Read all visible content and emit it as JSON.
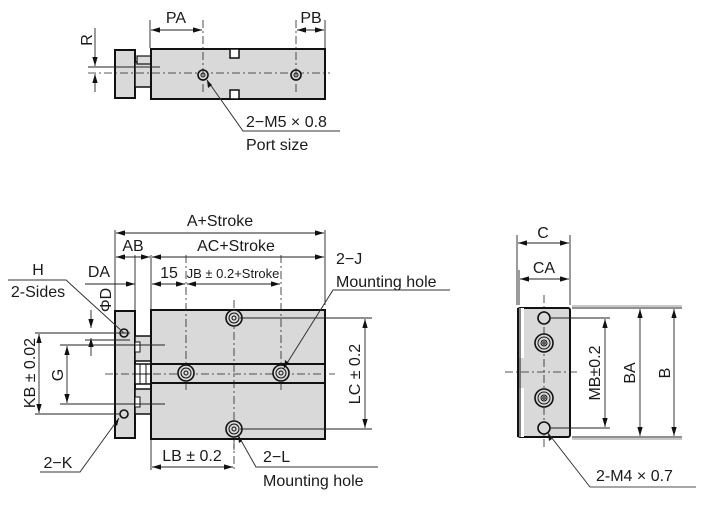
{
  "drawing": {
    "title": "Dual-rod cylinder dimension drawing",
    "colors": {
      "body_fill": "#d9d9d9",
      "line": "#111111",
      "leader_underline": "#888888"
    },
    "top_view": {
      "dims": {
        "pa": "PA",
        "pb": "PB",
        "r": "R"
      },
      "port_callout": {
        "spec": "2−M5 × 0.8",
        "caption": "Port size"
      }
    },
    "front_view": {
      "dims": {
        "a_stroke": "A+Stroke",
        "ab": "AB",
        "ac_stroke": "AC+Stroke",
        "da": "DA",
        "fifteen": "15",
        "jb": "JB ± 0.2+Stroke",
        "phi_d": "ΦD",
        "kb": "KB ± 0.02",
        "g": "G",
        "lc": "LC ± 0.2",
        "lb": "LB ± 0.2"
      },
      "callouts": {
        "h_label": "H",
        "h_sub": "2-Sides",
        "j_label": "2−J",
        "j_sub": "Mounting hole",
        "k_label": "2−K",
        "l_label": "2−L",
        "l_sub": "Mounting hole"
      }
    },
    "side_view": {
      "dims": {
        "c": "C",
        "ca": "CA",
        "mb": "MB±0.2",
        "ba": "BA",
        "b": "B"
      },
      "thread_callout": "2-M4 × 0.7"
    }
  }
}
